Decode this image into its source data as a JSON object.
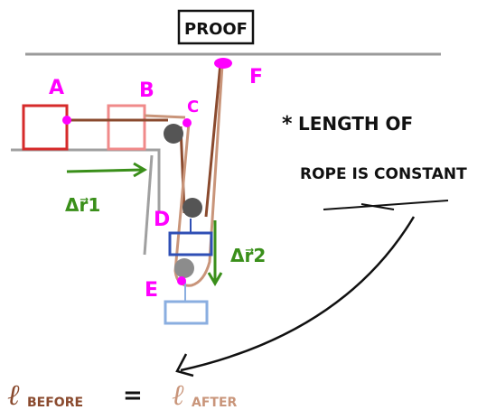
{
  "title": "PROOF",
  "points": {
    "a": "A",
    "b": "B",
    "c": "C",
    "d": "D",
    "e": "E",
    "f": "F"
  },
  "delta_r1": "Δr⃗1",
  "delta_r2": "Δr⃗2",
  "note": {
    "star": "*",
    "line1": "LENGTH OF",
    "line2": "ROPE IS CONSTANT"
  },
  "equation": {
    "left": "ℓ",
    "left_sub": "BEFORE",
    "equals": "=",
    "right": "ℓ",
    "right_sub": "AFTER"
  },
  "colors": {
    "ink": "#111111",
    "ceiling": "#9a9a9a",
    "rope_before": "#8a4a2e",
    "rope_after": "#c9957a",
    "block_before": "#d62a2a",
    "block_after": "#f08a8a",
    "point": "#ff00ff",
    "arrow": "#3a8f1a",
    "pulley": "#555555",
    "weight_before": "#2f4fb5",
    "weight_after": "#8aaee0"
  }
}
